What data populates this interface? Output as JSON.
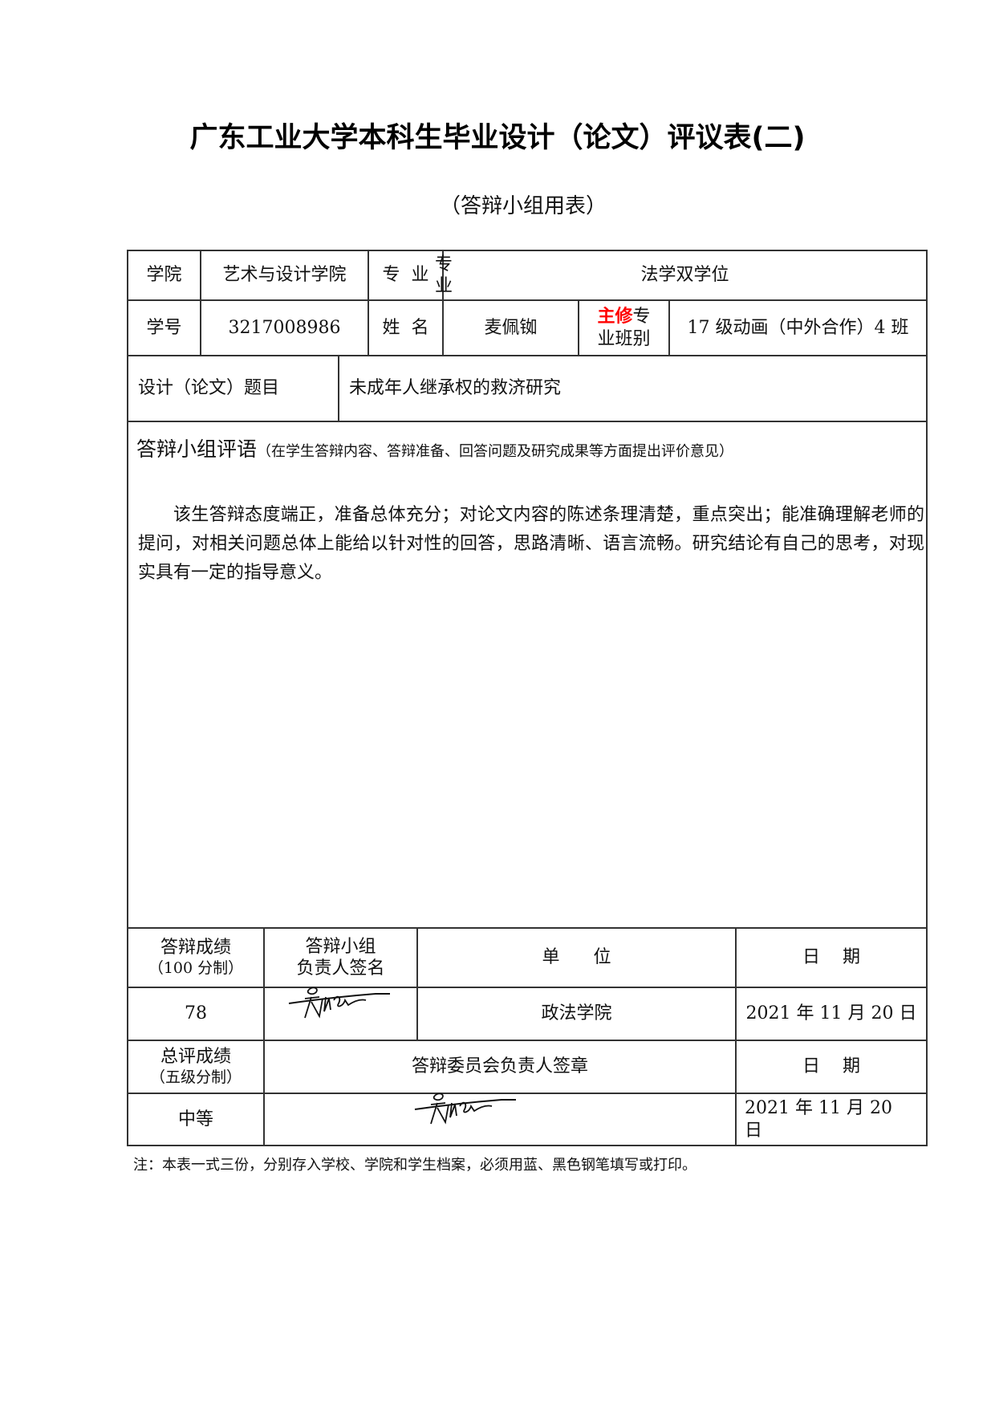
{
  "document": {
    "title": "广东工业大学本科生毕业设计（论文）评议表(二)",
    "subtitle": "（答辩小组用表）"
  },
  "student_info": {
    "college_label": "学院",
    "college_value": "艺术与设计学院",
    "major_label": "专  业",
    "major_value": "法学双学位",
    "id_label": "学号",
    "id_value": "3217008986",
    "name_label": "姓  名",
    "name_value": "麦佩铷",
    "class_label_highlight": "主修",
    "class_label_rest_line1": "专",
    "class_label_line2": "业班别",
    "class_value": "17 级动画（中外合作）4 班",
    "topic_label": "设计（论文）题目",
    "topic_value": "未成年人继承权的救济研究"
  },
  "comments": {
    "heading": "答辩小组评语",
    "hint": "（在学生答辩内容、答辩准备、回答问题及研究成果等方面提出评价意见）",
    "body": "该生答辩态度端正，准备总体充分；对论文内容的陈述条理清楚，重点突出；能准确理解老师的提问，对相关问题总体上能给以针对性的回答，思路清晰、语言流畅。研究结论有自己的思考，对现实具有一定的指导意义。"
  },
  "defense_score": {
    "score_label_line1": "答辩成绩",
    "score_label_line2": "（100 分制）",
    "signer_label_line1": "答辩小组",
    "signer_label_line2": "负责人签名",
    "unit_label": "单      位",
    "date_label": "日    期",
    "score_value": "78",
    "signature": "handwritten-signature",
    "unit_value": "政法学院",
    "date_value": "2021 年 11 月 20 日"
  },
  "overall_score": {
    "label_line1": "总评成绩",
    "label_line2": "（五级分制）",
    "committee_label": "答辩委员会负责人签章",
    "date_label": "日    期",
    "grade_value": "中等",
    "signature": "handwritten-signature",
    "date_value_line1": "2021 年 11 月 20",
    "date_value_line2": "日"
  },
  "footer": {
    "note": "注：本表一式三份，分别存入学校、学院和学生档案，必须用蓝、黑色钢笔填写或打印。"
  },
  "colors": {
    "border": "#333333",
    "highlight": "#ff0000",
    "text": "#111111"
  }
}
